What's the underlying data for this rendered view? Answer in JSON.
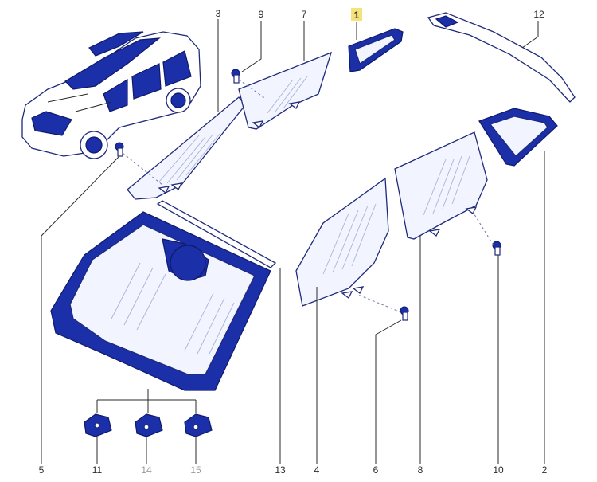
{
  "diagram": {
    "part_labels": {
      "p1": "1",
      "p2": "2",
      "p3": "3",
      "p4": "4",
      "p5": "5",
      "p6": "6",
      "p7": "7",
      "p8": "8",
      "p9": "9",
      "p10": "10",
      "p11": "11",
      "p12": "12",
      "p13": "13",
      "p14": "14",
      "p15": "15"
    },
    "highlighted_part": "1",
    "greyed_parts": [
      "14",
      "15"
    ],
    "colors": {
      "part_blue": "#1a2fa8",
      "outline": "#1f2a7a",
      "highlight": "#f5e27a",
      "greyed_label": "#9a9a9a"
    }
  }
}
